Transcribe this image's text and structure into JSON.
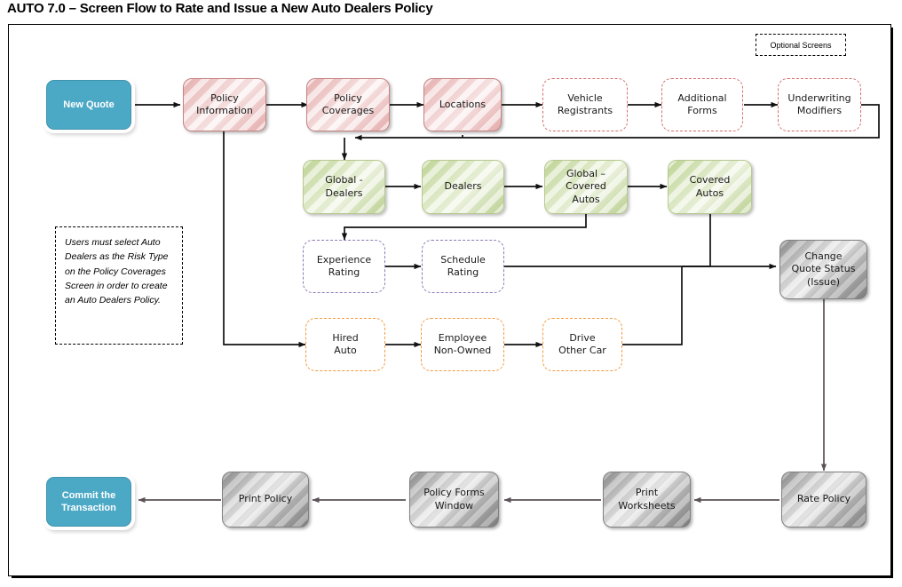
{
  "title": "AUTO 7.0 – Screen Flow to Rate and Issue a New Auto Dealers Policy",
  "legend": {
    "optional_screens": "Optional Screens"
  },
  "note": {
    "text": "Users must select Auto Dealers as the Risk Type on the Policy Coverages Screen in order to create an Auto Dealers Policy."
  },
  "colors": {
    "terminator_teal": "#4ca9c6",
    "required_pink": "#e8b5b5",
    "optional_border": "#d4706c",
    "data_green": "#c3d79b",
    "rating_purple": "#8d79b5",
    "coverage_orange": "#f59a3c",
    "process_gray": "#8d8d8d",
    "connector": "#000000",
    "frame": "#000000"
  },
  "nodes": {
    "new_quote": "New Quote",
    "policy_information": "Policy Information",
    "policy_coverages": "Policy Coverages",
    "locations": "Locations",
    "vehicle_registrants": "Vehicle Registrants",
    "additional_forms": "Additional Forms",
    "underwriting_modifiers": "Underwriting Modifiers",
    "global_dealers": "Global - Dealers",
    "dealers": "Dealers",
    "global_covered_autos": "Global – Covered Autos",
    "covered_autos": "Covered Autos",
    "experience_rating": "Experience Rating",
    "schedule_rating": "Schedule Rating",
    "hired_auto": "Hired Auto",
    "employee_non_owned": "Employee Non-Owned",
    "drive_other_car": "Drive Other Car",
    "change_quote_status": "Change Quote Status (Issue)",
    "rate_policy": "Rate Policy",
    "print_worksheets": "Print Worksheets",
    "policy_forms_window": "Policy Forms Window",
    "print_policy": "Print Policy",
    "commit_the_transaction": "Commit the Transaction"
  },
  "node_lines": {
    "new_quote": [
      "New Quote"
    ],
    "policy_information": [
      "Policy",
      "Information"
    ],
    "policy_coverages": [
      "Policy",
      "Coverages"
    ],
    "locations": [
      "Locations"
    ],
    "vehicle_registrants": [
      "Vehicle",
      "Registrants"
    ],
    "additional_forms": [
      "Additional",
      "Forms"
    ],
    "underwriting_modifiers": [
      "Underwriting",
      "Modifiers"
    ],
    "global_dealers": [
      "Global -",
      "Dealers"
    ],
    "dealers": [
      "Dealers"
    ],
    "global_covered_autos": [
      "Global –",
      "Covered",
      "Autos"
    ],
    "covered_autos": [
      "Covered",
      "Autos"
    ],
    "experience_rating": [
      "Experience",
      "Rating"
    ],
    "schedule_rating": [
      "Schedule",
      "Rating"
    ],
    "hired_auto": [
      "Hired",
      "Auto"
    ],
    "employee_non_owned": [
      "Employee",
      "Non-Owned"
    ],
    "drive_other_car": [
      "Drive",
      "Other Car"
    ],
    "change_quote_status": [
      "Change",
      "Quote Status",
      "(Issue)"
    ],
    "rate_policy": [
      "Rate Policy"
    ],
    "print_worksheets": [
      "Print",
      "Worksheets"
    ],
    "policy_forms_window": [
      "Policy Forms",
      "Window"
    ],
    "print_policy": [
      "Print Policy"
    ],
    "commit_the_transaction": [
      "Commit the",
      "Transaction"
    ]
  }
}
